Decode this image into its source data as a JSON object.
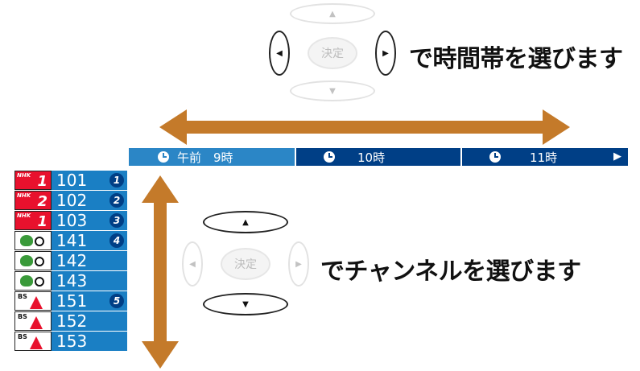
{
  "top_remote": {
    "center_label": "決定",
    "up_icon": "triangle-up",
    "down_icon": "triangle-down",
    "left_icon": "triangle-left",
    "right_icon": "triangle-right"
  },
  "time_instruction": "で時間帯を選びます",
  "timebar": {
    "segments": [
      {
        "label": "午前　9時",
        "active": true
      },
      {
        "label": "10時",
        "active": false
      },
      {
        "label": "11時",
        "active": false
      }
    ],
    "next_icon": "triangle-right"
  },
  "channels": [
    {
      "logo": "nhk",
      "logo_text": "NHK",
      "logo_num": "1",
      "number": "101",
      "badge": "1"
    },
    {
      "logo": "nhk",
      "logo_text": "NHK",
      "logo_num": "2",
      "number": "102",
      "badge": "2"
    },
    {
      "logo": "nhk",
      "logo_text": "NHK",
      "logo_num": "1",
      "number": "103",
      "badge": "3"
    },
    {
      "logo": "wide",
      "number": "141",
      "badge": "4"
    },
    {
      "logo": "wide",
      "number": "142",
      "badge": ""
    },
    {
      "logo": "wide",
      "number": "143",
      "badge": ""
    },
    {
      "logo": "bs",
      "logo_text": "BS",
      "number": "151",
      "badge": "5"
    },
    {
      "logo": "bs",
      "logo_text": "BS",
      "number": "152",
      "badge": ""
    },
    {
      "logo": "bs",
      "logo_text": "BS",
      "number": "153",
      "badge": ""
    }
  ],
  "bottom_remote": {
    "center_label": "決定"
  },
  "channel_instruction": "でチャンネルを選びます",
  "colors": {
    "arrow": "#c47a2a",
    "timebar_dark": "#003f86",
    "timebar_active": "#2b86c6",
    "channel_blue": "#1a7fc4",
    "nhk_red": "#e8112d"
  }
}
